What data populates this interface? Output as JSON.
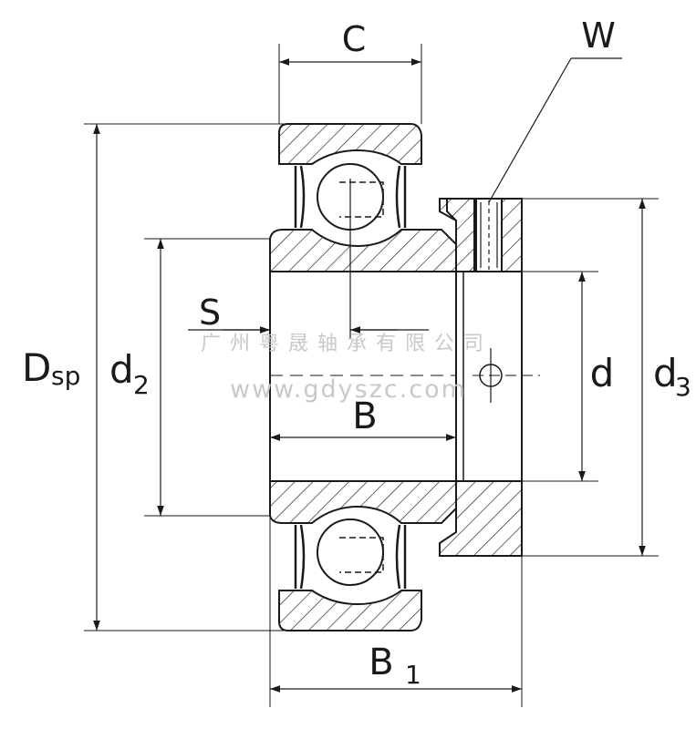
{
  "labels": {
    "c": "C",
    "w": "W",
    "s": "S",
    "d_sp": "D",
    "d_sp_sub": "sp",
    "d2": "d",
    "d2_sub": "2",
    "d": "d",
    "d3": "d",
    "d3_sub": "3",
    "b": "B",
    "b1": "B",
    "b1_sub": "1"
  },
  "watermark": {
    "company": "广州粤晟轴承有限公司",
    "url": "www.gdyszc.com"
  },
  "colors": {
    "line": "#1a1a1a",
    "background": "#ffffff",
    "watermark": "#c9c9c9"
  }
}
